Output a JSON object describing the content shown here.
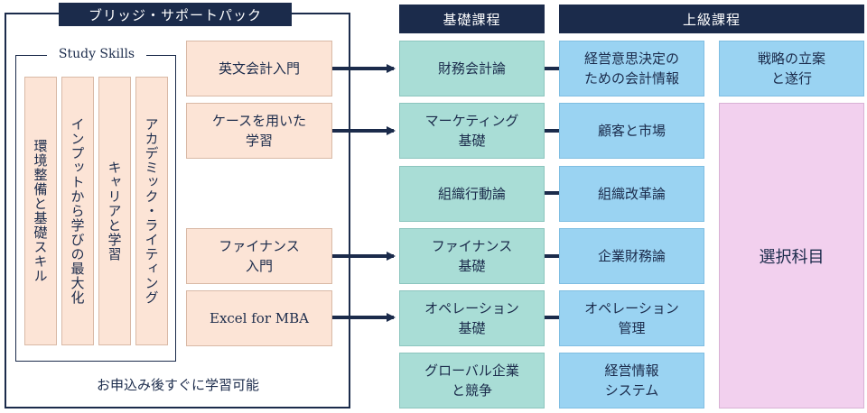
{
  "bridge": {
    "title": "ブリッジ・サポートパック",
    "study_skills_title": "Study Skills",
    "study_skills": [
      "環境整備と基礎スキル",
      "インプットから学びの最大化",
      "キャリアと学習",
      "アカデミック・ライティング"
    ],
    "courses": [
      "英文会計入門",
      "ケースを用いた\n学習",
      "ファイナンス\n入門",
      "Excel for MBA"
    ],
    "footer": "お申込み後すぐに学習可能"
  },
  "basic": {
    "header": "基礎課程",
    "courses": [
      "財務会計論",
      "マーケティング\n基礎",
      "組織行動論",
      "ファイナンス\n基礎",
      "オペレーション\n基礎",
      "グローバル企業\nと競争"
    ]
  },
  "advanced": {
    "header": "上級課程",
    "courses": [
      "経営意思決定の\nための会計情報",
      "顧客と市場",
      "組織改革論",
      "企業財務論",
      "オペレーション\n管理",
      "経営情報\nシステム"
    ],
    "strategy": "戦略の立案\nと遂行",
    "elective": "選択科目"
  },
  "colors": {
    "navy": "#1b2b4b",
    "peach": "#fce4d6",
    "teal": "#a9ddd6",
    "blue": "#9ad3f2",
    "pink": "#f2d0ee"
  }
}
